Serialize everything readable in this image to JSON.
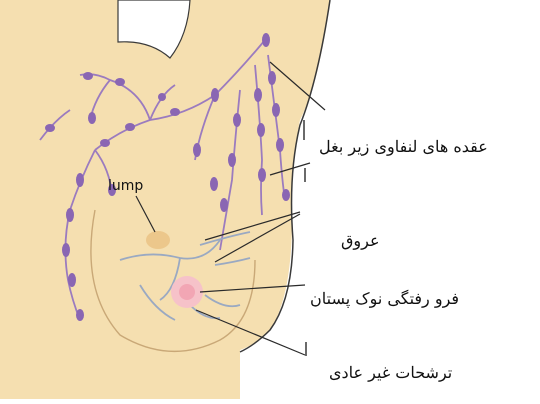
{
  "labels": {
    "lump": "lump",
    "axillary_nodes": "عقده های لنفاوی زیر بغل",
    "veins": "عروق",
    "nipple_retraction": "فرو رفتگی نوک پستان",
    "abnormal_discharge": "ترشحات غیر عادی"
  },
  "colors": {
    "skin": "#f5dfb0",
    "skin_shadow": "#e3c493",
    "outline": "#3a3a3a",
    "lymph": "#9b7bbf",
    "lymph_node": "#8a66b3",
    "vein": "#9aa9c2",
    "lump": "#ecc78b",
    "nipple": "#f2a6b4",
    "garment": "#ffffff"
  }
}
